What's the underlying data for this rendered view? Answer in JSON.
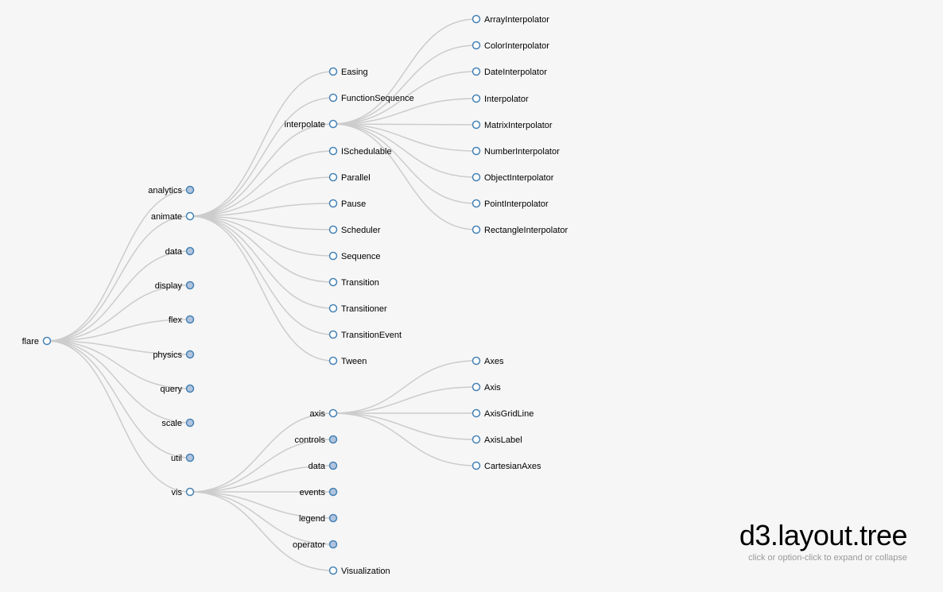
{
  "header": {
    "title": "d3.layout.tree",
    "subtitle": "click or option-click to expand or collapse"
  },
  "colors": {
    "link": "#cccccc",
    "stroke": "#4682b4",
    "collapsed_fill": "#b0c4de",
    "open_fill": "#ffffff"
  },
  "tree": {
    "name": "flare",
    "state": "open",
    "children": [
      {
        "name": "analytics",
        "state": "collapsed"
      },
      {
        "name": "animate",
        "state": "open",
        "children": [
          {
            "name": "Easing"
          },
          {
            "name": "FunctionSequence"
          },
          {
            "name": "interpolate",
            "state": "open",
            "children": [
              {
                "name": "ArrayInterpolator"
              },
              {
                "name": "ColorInterpolator"
              },
              {
                "name": "DateInterpolator"
              },
              {
                "name": "Interpolator"
              },
              {
                "name": "MatrixInterpolator"
              },
              {
                "name": "NumberInterpolator"
              },
              {
                "name": "ObjectInterpolator"
              },
              {
                "name": "PointInterpolator"
              },
              {
                "name": "RectangleInterpolator"
              }
            ]
          },
          {
            "name": "ISchedulable"
          },
          {
            "name": "Parallel"
          },
          {
            "name": "Pause"
          },
          {
            "name": "Scheduler"
          },
          {
            "name": "Sequence"
          },
          {
            "name": "Transition"
          },
          {
            "name": "Transitioner"
          },
          {
            "name": "TransitionEvent"
          },
          {
            "name": "Tween"
          }
        ]
      },
      {
        "name": "data",
        "state": "collapsed"
      },
      {
        "name": "display",
        "state": "collapsed"
      },
      {
        "name": "flex",
        "state": "collapsed"
      },
      {
        "name": "physics",
        "state": "collapsed"
      },
      {
        "name": "query",
        "state": "collapsed"
      },
      {
        "name": "scale",
        "state": "collapsed"
      },
      {
        "name": "util",
        "state": "collapsed"
      },
      {
        "name": "vis",
        "state": "open",
        "children": [
          {
            "name": "axis",
            "state": "open",
            "children": [
              {
                "name": "Axes"
              },
              {
                "name": "Axis"
              },
              {
                "name": "AxisGridLine"
              },
              {
                "name": "AxisLabel"
              },
              {
                "name": "CartesianAxes"
              }
            ]
          },
          {
            "name": "controls",
            "state": "collapsed"
          },
          {
            "name": "data",
            "state": "collapsed"
          },
          {
            "name": "events",
            "state": "collapsed"
          },
          {
            "name": "legend",
            "state": "collapsed"
          },
          {
            "name": "operator",
            "state": "collapsed"
          },
          {
            "name": "Visualization"
          }
        ]
      }
    ]
  }
}
